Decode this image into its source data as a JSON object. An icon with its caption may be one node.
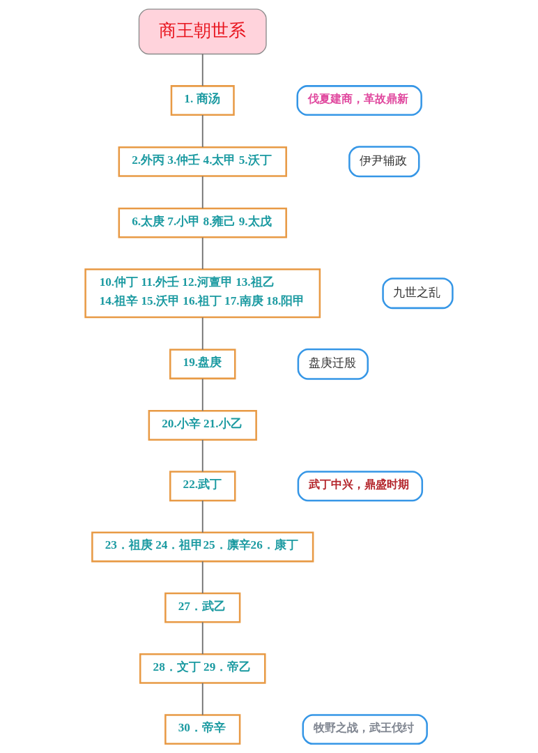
{
  "diagram": {
    "nodes": [
      {
        "text": [
          "商王朝世系"
        ]
      },
      {
        "text": [
          "1. 商汤"
        ]
      },
      {
        "text": [
          "伐夏建商，革故鼎新"
        ]
      },
      {
        "text": [
          "2.外丙 3.仲壬 4.太甲 5.沃丁"
        ]
      },
      {
        "text": [
          "伊尹辅政"
        ]
      },
      {
        "text": [
          "6.太庚 7.小甲 8.雍己 9.太戊"
        ]
      },
      {
        "text": [
          "10.仲丁 11.外壬 12.河亶甲 13.祖乙 14.祖辛 15.沃甲 16.祖丁 17.南庚 18.阳甲"
        ]
      },
      {
        "text": [
          "九世之乱"
        ]
      },
      {
        "text": [
          "19.盘庚"
        ]
      },
      {
        "text": [
          "盘庚迁殷"
        ]
      },
      {
        "text": [
          "20.小辛 21.小乙"
        ]
      },
      {
        "text": [
          "22.武丁"
        ]
      },
      {
        "text": [
          "武丁中兴，鼎盛时期"
        ]
      },
      {
        "text": [
          "23．祖庚 24．祖甲25．廪辛26．康丁"
        ]
      },
      {
        "text": [
          "27．武乙"
        ]
      },
      {
        "text": [
          "28．文丁 29．帝乙"
        ]
      },
      {
        "text": [
          "30．帝辛"
        ]
      },
      {
        "text": [
          "牧野之战，武王伐纣"
        ]
      }
    ],
    "edges": [
      {
        "from": 0,
        "to": 1,
        "arrow": "none"
      },
      {
        "from": 1,
        "to": 3,
        "arrow": "none"
      },
      {
        "from": 3,
        "to": 5,
        "arrow": "none"
      },
      {
        "from": 5,
        "to": 6,
        "arrow": "none"
      },
      {
        "from": 6,
        "to": 8,
        "arrow": "none"
      },
      {
        "from": 8,
        "to": 10,
        "arrow": "none"
      },
      {
        "from": 10,
        "to": 11,
        "arrow": "none"
      },
      {
        "from": 11,
        "to": 13,
        "arrow": "none"
      },
      {
        "from": 13,
        "to": 14,
        "arrow": "none"
      },
      {
        "from": 14,
        "to": 15,
        "arrow": "none"
      },
      {
        "from": 15,
        "to": 16,
        "arrow": "none"
      }
    ]
  }
}
